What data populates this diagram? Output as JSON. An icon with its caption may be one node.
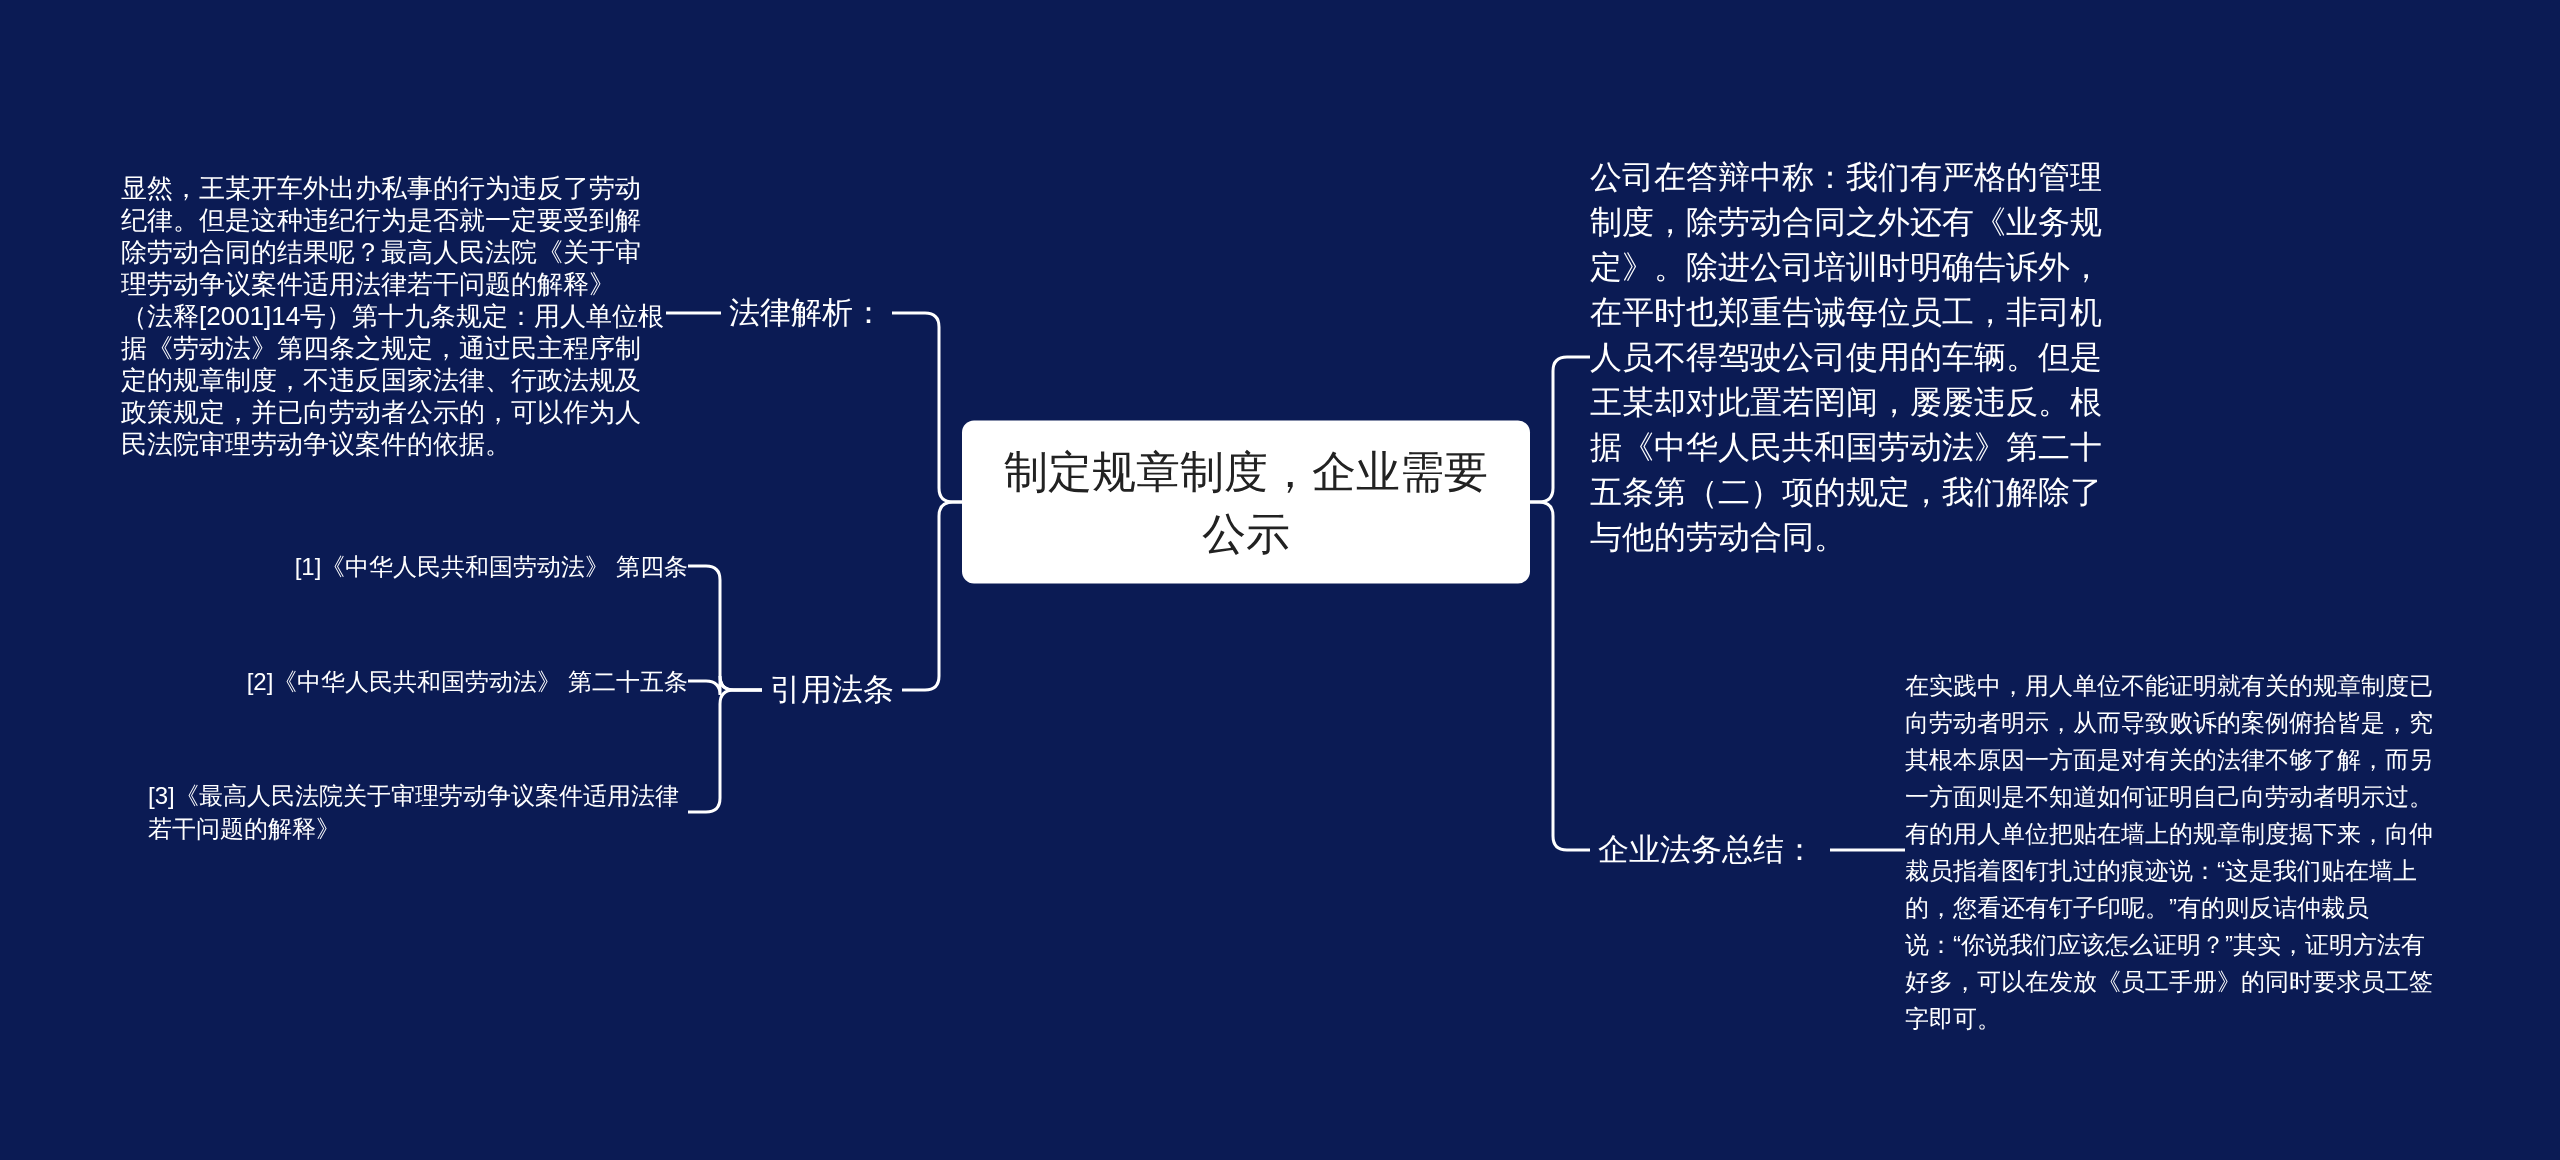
{
  "diagram": {
    "nodes": [
      {
        "text": [
          "制定规章制度，企业需要公示"
        ]
      },
      {
        "text": [
          "法律解析："
        ]
      },
      {
        "text": [
          "显然，王某开车外出办私事的行为违反了劳动纪律。但是这种违纪行为是否就一定要受到解除劳动合同的结果呢？最高人民法院《关于审理劳动争议案件适用法律若干问题的解释》（法释[2001]14号）第十九条规定：用人单位根据《劳动法》第四条之规定，通过民主程序制定的规章制度，不违反国家法律、行政法规及政策规定，并已向劳动者公示的，可以作为人民法院审理劳动争议案件的依据。"
        ]
      },
      {
        "text": [
          "引用法条"
        ]
      },
      {
        "text": [
          "[1]《中华人民共和国劳动法》 第四条"
        ]
      },
      {
        "text": [
          "[2]《中华人民共和国劳动法》 第二十五条"
        ]
      },
      {
        "text": [
          "[3]《最高人民法院关于审理劳动争议案件适用法律若干问题的解释》"
        ]
      },
      {
        "text": [
          "公司在答辩中称：我们有严格的管理制度，除劳动合同之外还有《业务规定》。除进公司培训时明确告诉外，在平时也郑重告诫每位员工，非司机人员不得驾驶公司使用的车辆。但是王某却对此置若罔闻，屡屡违反。根据《中华人民共和国劳动法》第二十五条第（二）项的规定，我们解除了与他的劳动合同。"
        ]
      },
      {
        "text": [
          "企业法务总结："
        ]
      },
      {
        "text": [
          "在实践中，用人单位不能证明就有关的规章制度已向劳动者明示，从而导致败诉的案例俯拾皆是，究其根本原因一方面是对有关的法律不够了解，而另一方面则是不知道如何证明自己向劳动者明示过。有的用人单位把贴在墙上的规章制度揭下来，向仲裁员指着图钉扎过的痕迹说：“这是我们贴在墙上的，您看还有钉子印呢。”有的则反诘仲裁员说：“你说我们应该怎么证明？”其实，证明方法有好多，可以在发放《员工手册》的同时要求员工签字即可。"
        ]
      }
    ],
    "edges": [
      {
        "from": 0,
        "to": 1,
        "arrow": "none"
      },
      {
        "from": 1,
        "to": 2,
        "arrow": "none"
      },
      {
        "from": 0,
        "to": 3,
        "arrow": "none"
      },
      {
        "from": 3,
        "to": 4,
        "arrow": "none"
      },
      {
        "from": 3,
        "to": 5,
        "arrow": "none"
      },
      {
        "from": 3,
        "to": 6,
        "arrow": "none"
      },
      {
        "from": 0,
        "to": 7,
        "arrow": "none"
      },
      {
        "from": 0,
        "to": 8,
        "arrow": "none"
      },
      {
        "from": 8,
        "to": 9,
        "arrow": "none"
      }
    ]
  }
}
